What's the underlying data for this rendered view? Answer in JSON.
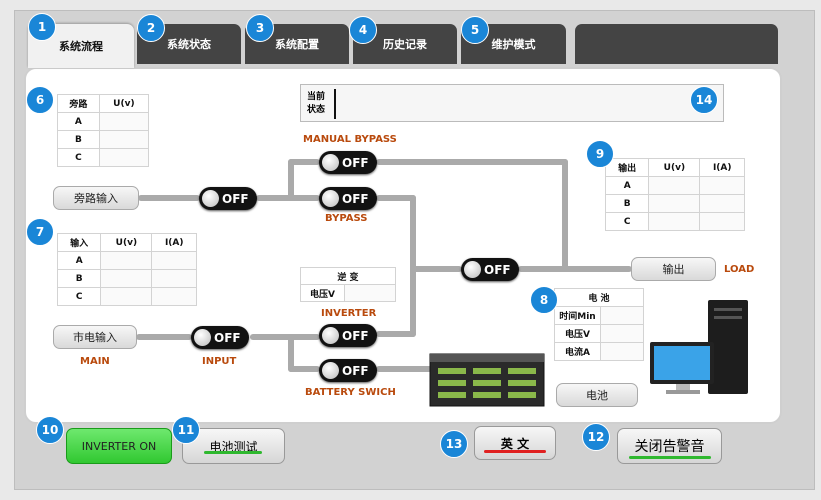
{
  "tabs": [
    {
      "label": "系统流程",
      "badge": "1"
    },
    {
      "label": "系统状态",
      "badge": "2"
    },
    {
      "label": "系统配置",
      "badge": "3"
    },
    {
      "label": "历史记录",
      "badge": "4"
    },
    {
      "label": "维护模式",
      "badge": "5"
    },
    {
      "label": ""
    }
  ],
  "bypass_table": {
    "badge": "6",
    "headers": [
      "旁路",
      "U(v)"
    ],
    "rows": [
      "A",
      "B",
      "C"
    ]
  },
  "input_table": {
    "badge": "7",
    "headers": [
      "输入",
      "U(v)",
      "I(A)"
    ],
    "rows": [
      "A",
      "B",
      "C"
    ]
  },
  "output_table": {
    "badge": "9",
    "headers": [
      "输出",
      "U(v)",
      "I(A)"
    ],
    "rows": [
      "A",
      "B",
      "C"
    ]
  },
  "battery_table": {
    "badge": "8",
    "title": "电 池",
    "rows": [
      "时间Min",
      "电压V",
      "电流A"
    ]
  },
  "inverter_table": {
    "title": "逆 变",
    "row": "电压V"
  },
  "status_panel": {
    "label": "当前\n状态",
    "badge": "14"
  },
  "switches": {
    "manual_bypass": "OFF",
    "bypass": "OFF",
    "bypass_input": "OFF",
    "output": "OFF",
    "input": "OFF",
    "inverter": "OFF",
    "battery": "OFF"
  },
  "labels": {
    "manual_bypass": "MANUAL BYPASS",
    "bypass": "BYPASS",
    "inverter": "INVERTER",
    "main": "MAIN",
    "input": "INPUT",
    "battery_switch": "BATTERY SWICH",
    "load": "LOAD"
  },
  "buttons": {
    "bypass_input": "旁路输入",
    "mains_input": "市电输入",
    "output": "输出",
    "battery": "电池",
    "inverter_on": "INVERTER ON",
    "battery_test": "电池测试",
    "english": "英 文",
    "mute_alarm": "关闭告警音"
  },
  "badges": {
    "inverter_on": "10",
    "battery_test": "11",
    "mute_alarm": "12",
    "english": "13"
  },
  "colors": {
    "accent": "#1a86d7",
    "label": "#b94a0d",
    "active_button": "#3fd43f",
    "switch": "#121212"
  }
}
